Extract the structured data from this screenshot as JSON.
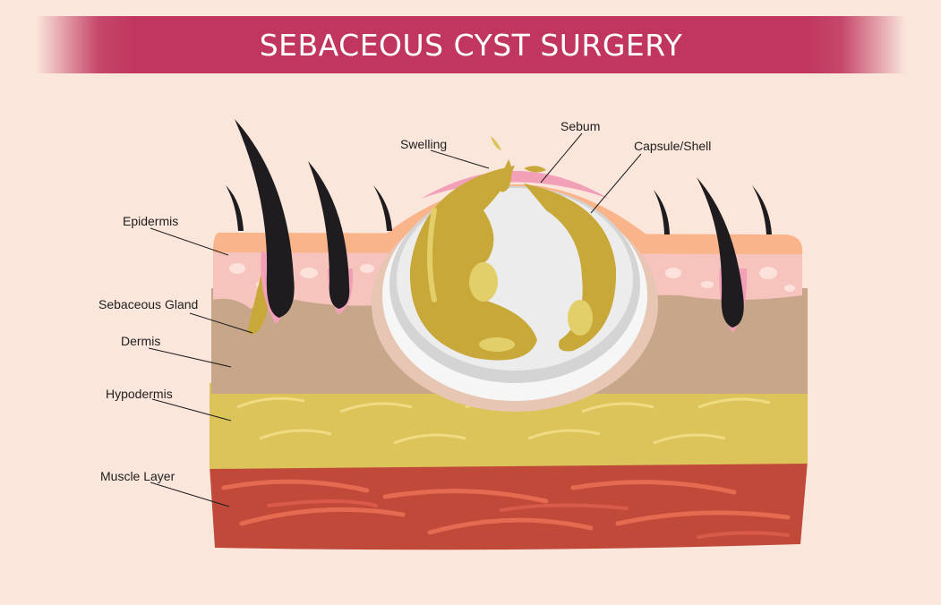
{
  "title": "SEBACEOUS CYST SURGERY",
  "labels": {
    "epidermis": "Epidermis",
    "sebaceous_gland": "Sebaceous Gland",
    "dermis": "Dermis",
    "hypodermis": "Hypodermis",
    "muscle_layer": "Muscle Layer",
    "swelling": "Swelling",
    "sebum": "Sebum",
    "capsule_shell": "Capsule/Shell"
  },
  "colors": {
    "banner": "#c0365e",
    "background": "#fbe6dc",
    "epidermis": "#f9b48a",
    "skin": "#f7c3bd",
    "dermis": "#c8a68a",
    "hypodermis": "#dcc45a",
    "muscle": "#c0493a",
    "sebum": "#c8a838",
    "hair": "#1f1c1f"
  }
}
